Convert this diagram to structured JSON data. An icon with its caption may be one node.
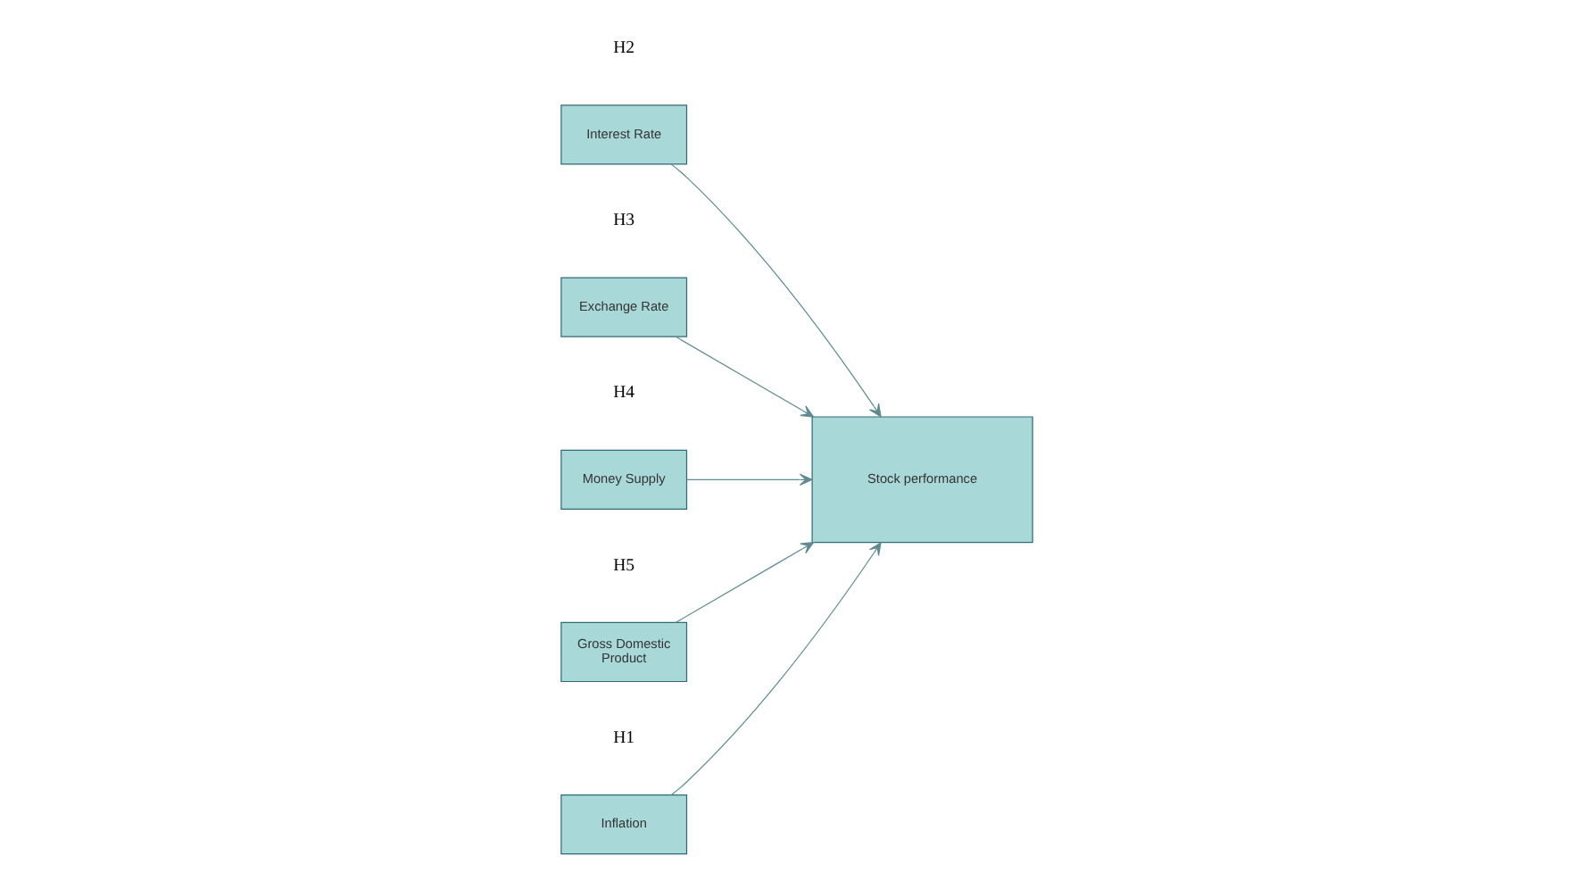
{
  "diagram": {
    "nodes": [
      {
        "text": [
          "Inflation"
        ],
        "beside": [
          "H1"
        ]
      },
      {
        "text": [
          "Interest Rate"
        ],
        "beside": [
          "H2"
        ]
      },
      {
        "text": [
          "Exchange Rate"
        ],
        "beside": [
          "H3"
        ]
      },
      {
        "text": [
          "Money Supply"
        ],
        "beside": [
          "H4"
        ]
      },
      {
        "text": [
          "Gross Domestic Product"
        ],
        "beside": [
          "H5"
        ]
      },
      {
        "text": [
          "Stock performance"
        ]
      }
    ],
    "edges": [
      {
        "from": 0,
        "to": 5,
        "arrow": "to"
      },
      {
        "from": 1,
        "to": 5,
        "arrow": "to"
      },
      {
        "from": 2,
        "to": 5,
        "arrow": "to"
      },
      {
        "from": 3,
        "to": 5,
        "arrow": "to"
      },
      {
        "from": 4,
        "to": 5,
        "arrow": "to"
      }
    ]
  }
}
